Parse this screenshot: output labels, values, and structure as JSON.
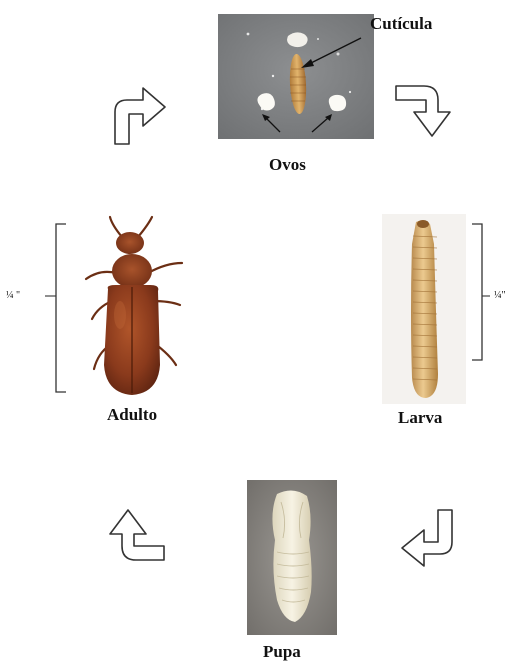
{
  "stages": {
    "eggs": {
      "label": "Ovos"
    },
    "cuticle": {
      "label": "Cutícula"
    },
    "larva": {
      "label": "Larva"
    },
    "pupa": {
      "label": "Pupa"
    },
    "adult": {
      "label": "Adulto"
    }
  },
  "size_marks": {
    "adult": "¼ \"",
    "larva": "¼\""
  },
  "colors": {
    "photo_gray": "#7f8183",
    "beetle_brown": "#8a3a1c",
    "larva_tan": "#d9b57c",
    "pupa_cream": "#f1ecd8",
    "pupa_bg": "#8d8a86"
  }
}
